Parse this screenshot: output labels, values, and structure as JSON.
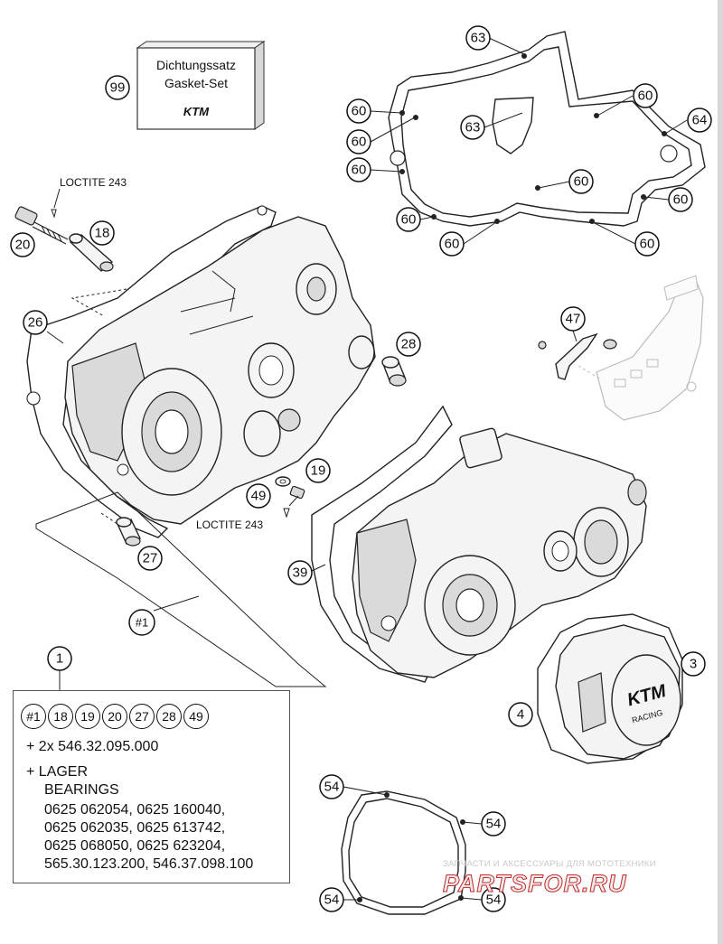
{
  "gasket_set": {
    "callout": "99",
    "line1": "Dichtungssatz",
    "line2": "Gasket-Set",
    "logo": "KTM"
  },
  "loctite": {
    "top": "LOCTITE 243",
    "middle": "LOCTITE 243"
  },
  "callouts": {
    "c18": "18",
    "c20": "20",
    "c26": "26",
    "c27": "27",
    "c28": "28",
    "c19": "19",
    "c49": "49",
    "c39": "39",
    "c47": "47",
    "c1": "1",
    "c3": "3",
    "c4": "4",
    "c63a": "63",
    "c63b": "63",
    "c64": "64",
    "c60a": "60",
    "c60b": "60",
    "c60c": "60",
    "c60d": "60",
    "c60e": "60",
    "c60f": "60",
    "c60g": "60",
    "c60h": "60",
    "c60i": "60",
    "c54a": "54",
    "c54b": "54",
    "c54c": "54",
    "c54d": "54",
    "cset": "#1"
  },
  "kit": {
    "badges": [
      "#1",
      "18",
      "19",
      "20",
      "27",
      "28",
      "49"
    ],
    "line1": "+ 2x 546.32.095.000",
    "line2": "+ LAGER",
    "line3": "BEARINGS",
    "line4": "0625 062054, 0625 160040,",
    "line5": "0625 062035, 0625 613742,",
    "line6": "0625 068050, 0625 623204,",
    "line7": "565.30.123.200, 546.37.098.100"
  },
  "watermark": {
    "caption": "ЗАПЧАСТИ И АКСЕССУАРЫ ДЛЯ МОТОТЕХНИКИ",
    "brand": "PARTSFOR.RU"
  },
  "cover_logo": {
    "line1": "KTM",
    "line2": "RACING"
  }
}
